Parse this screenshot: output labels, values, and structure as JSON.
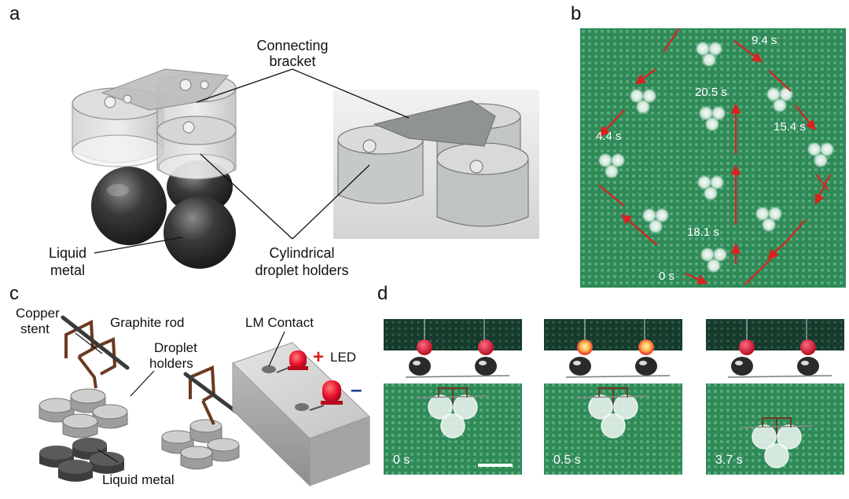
{
  "figure": {
    "panels": [
      "a",
      "b",
      "c",
      "d"
    ]
  },
  "panel_a": {
    "labels": {
      "connecting_bracket_1": "Connecting",
      "connecting_bracket_2": "bracket",
      "liquid_metal_1": "Liquid",
      "liquid_metal_2": "metal",
      "holders_1": "Cylindrical",
      "holders_2": "droplet holders"
    }
  },
  "panel_b": {
    "time_labels": [
      "9.4 s",
      "20.5 s",
      "15.4 s",
      "4.4 s",
      "18.1 s",
      "0 s"
    ]
  },
  "panel_c": {
    "labels": {
      "copper_1": "Copper",
      "copper_2": "stent",
      "graphite": "Graphite rod",
      "holders_1": "Droplet",
      "holders_2": "holders",
      "lm_contact": "LM Contact",
      "led": "LED",
      "liquid_metal": "Liquid metal",
      "plus": "+",
      "minus": "–"
    }
  },
  "panel_d": {
    "frames": [
      {
        "time": "0 s",
        "led_on": false
      },
      {
        "time": "0.5 s",
        "led_on": true
      },
      {
        "time": "3.7 s",
        "led_on": false
      }
    ]
  },
  "colors": {
    "pcb_green": "#2f8a58",
    "pcb_dark": "#163a2c",
    "arrow_red": "#d8231f",
    "led_red": "#e8102a",
    "led_glow": "#ffc060"
  }
}
